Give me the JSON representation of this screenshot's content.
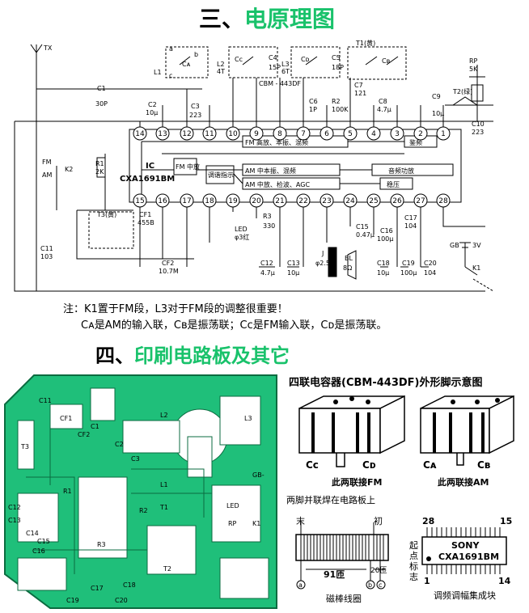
{
  "section3": {
    "number": "三、",
    "title": "电原理图"
  },
  "section4": {
    "number": "四、",
    "title": "印刷电路板及其它"
  },
  "notes": {
    "line1": "注：K1置于FM段，L3对于FM段的调整很重要！",
    "line2": "Cᴀ是AM的输入联，Cʙ是振荡联；Cᴄ是FM输入联，Cᴅ是振荡联。"
  },
  "schematic": {
    "ic_name": "CXA1691BM",
    "ic_prefix": "IC",
    "blocks": {
      "fm_rf": "FM 高放、本振、混频",
      "fm_if": "FM 中放",
      "am_if": "AM 中放、检波、AGC",
      "am_mix": "AM 中本振、混频",
      "tuning": "调谐指示",
      "detect": "鉴频",
      "audio": "音频功放",
      "regulator": "稳压"
    },
    "pins_top": [
      "14",
      "13",
      "12",
      "11",
      "10",
      "9",
      "8",
      "7",
      "6",
      "5",
      "4",
      "3",
      "2",
      "1"
    ],
    "pins_bottom": [
      "15",
      "16",
      "17",
      "18",
      "19",
      "20",
      "21",
      "22",
      "23",
      "24",
      "25",
      "26",
      "27",
      "28"
    ],
    "components": {
      "tx": "TX",
      "c1": "C1",
      "c1v": "30P",
      "c2": "C2",
      "c2v": "10μ",
      "c3": "C3",
      "c3v": "223",
      "l1": "L1",
      "l2": "L2",
      "l2v": "4T",
      "l3": "L3",
      "l3v": "6T",
      "c4": "C4",
      "c4v": "15P",
      "c5": "C5",
      "c5v": "18P",
      "cbm": "CBM - 443DF",
      "c6": "C6",
      "c6v": "1P",
      "r2": "R2",
      "r2v": "100K",
      "t1": "T1(黄)",
      "c7": "C7",
      "c7v": "121",
      "c8": "C8",
      "c8v": "4.7μ",
      "c9": "C9",
      "c9v": "10μ",
      "rp": "RP",
      "rpv": "5K",
      "t2": "T2(绿)",
      "c10": "C10",
      "c10v": "223",
      "fm": "FM",
      "am": "AM",
      "k2": "K2",
      "r1": "R1",
      "r1v": "2K",
      "t3": "T3(黄)",
      "cf1": "CF1",
      "cf1v": "455B",
      "c11": "C11",
      "c11v": "103",
      "cf2": "CF2",
      "cf2v": "10.7M",
      "led": "LED",
      "ledv": "φ3红",
      "r3": "R3",
      "r3v": "330",
      "c12": "C12",
      "c12v": "4.7μ",
      "c13": "C13",
      "c13v": "10μ",
      "j": "J",
      "jv": "φ2.5",
      "bl": "BL",
      "blv": "8Ω",
      "c15": "C15",
      "c15v": "0.47μ",
      "c16": "C16",
      "c16v": "100μ",
      "c17": "C17",
      "c17v": "104",
      "c18": "C18",
      "c18v": "10μ",
      "c19": "C19",
      "c19v": "100μ",
      "c20": "C20",
      "c20v": "104",
      "gb": "GB",
      "gbv": "3V",
      "k1": "K1",
      "ca": "Cᴀ",
      "cb": "Cʙ",
      "cc": "Cᴄ",
      "cd": "Cᴅ",
      "a": "a",
      "b": "b",
      "c": "c"
    }
  },
  "pcb": {
    "labels": [
      "C11",
      "CF1",
      "T3",
      "C1",
      "C2",
      "C3",
      "C12",
      "C13",
      "C14",
      "C15",
      "C16",
      "C17",
      "C18",
      "C19",
      "C20",
      "CF2",
      "R1",
      "R2",
      "R3",
      "L1",
      "L2",
      "L3",
      "T1",
      "T2",
      "GB-",
      "K1",
      "RP",
      "LED"
    ]
  },
  "capacitor_diagram": {
    "title": "四联电容器(CBM-443DF)外形脚示意图",
    "left_labels": {
      "cc": "Cᴄ",
      "cd": "Cᴅ"
    },
    "right_labels": {
      "ca": "Cᴀ",
      "cb": "Cʙ"
    },
    "fm_caption": "此两联接FM",
    "am_caption": "此两联接AM",
    "solder_note": "两脚并联焊在电路板上"
  },
  "coil": {
    "end_label": "末",
    "start_label": "初",
    "turns_main": "91匝",
    "turns_sec": "20匝",
    "marks": [
      "a",
      "b",
      "c"
    ],
    "caption": "磁棒线圈"
  },
  "chip": {
    "brand": "SONY",
    "model": "CXA1691BM",
    "pin_tl": "28",
    "pin_tr": "15",
    "pin_bl": "1",
    "pin_br": "14",
    "start_mark": "起点标志",
    "caption": "调频调幅集成块"
  }
}
